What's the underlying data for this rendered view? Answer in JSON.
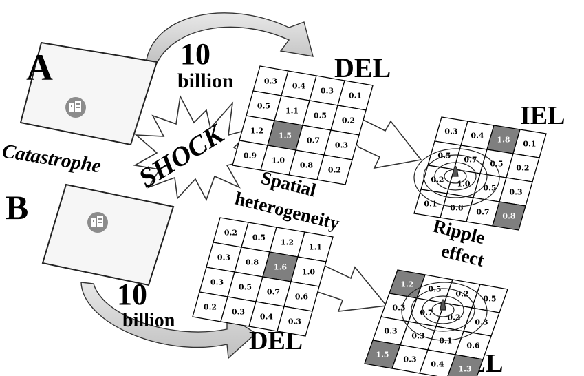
{
  "scenario_a": {
    "letter": "A",
    "amount": "10",
    "unit": "billion"
  },
  "scenario_b": {
    "letter": "B",
    "amount": "10",
    "unit": "billion"
  },
  "labels": {
    "catastrophe": "Catastrophe",
    "shock": "SHOCK",
    "spatial_1": "Spatial",
    "spatial_2": "heterogeneity",
    "ripple_1": "Ripple",
    "ripple_2": "effect",
    "del": "DEL",
    "iel": "IEL"
  },
  "grids": {
    "del_a": {
      "rows": [
        [
          "0.3",
          "0.4",
          "0.3",
          "0.1"
        ],
        [
          "0.5",
          "1.1",
          "0.5",
          "0.2"
        ],
        [
          "1.2",
          "1.5",
          "0.7",
          "0.3"
        ],
        [
          "0.9",
          "1.0",
          "0.8",
          "0.2"
        ]
      ],
      "highlight": [
        [
          2,
          1
        ]
      ]
    },
    "iel_a": {
      "rows": [
        [
          "0.3",
          "0.4",
          "1.8",
          "0.1"
        ],
        [
          "0.5",
          "0.7",
          "0.5",
          "0.2"
        ],
        [
          "0.2",
          "1.0",
          "0.5",
          "0.3"
        ],
        [
          "0.1",
          "0.6",
          "0.7",
          "0.8"
        ]
      ],
      "highlight": [
        [
          0,
          2
        ],
        [
          3,
          3
        ]
      ]
    },
    "del_b": {
      "rows": [
        [
          "0.2",
          "0.5",
          "1.2",
          "1.1"
        ],
        [
          "0.3",
          "0.8",
          "1.6",
          "1.0"
        ],
        [
          "0.3",
          "0.5",
          "0.7",
          "0.6"
        ],
        [
          "0.2",
          "0.3",
          "0.4",
          "0.3"
        ]
      ],
      "highlight": [
        [
          1,
          2
        ]
      ]
    },
    "iel_b": {
      "rows": [
        [
          "1.2",
          "0.5",
          "0.2",
          "0.5"
        ],
        [
          "0.3",
          "0.7",
          "0.2",
          "0.3"
        ],
        [
          "0.3",
          "0.3",
          "0.1",
          "0.6"
        ],
        [
          "1.5",
          "0.3",
          "0.4",
          "1.3"
        ]
      ],
      "highlight": [
        [
          0,
          0
        ],
        [
          3,
          0
        ],
        [
          3,
          3
        ]
      ]
    }
  },
  "colors": {
    "highlight_cell": "#7f7f7f",
    "building_icon": "#8c8c8c",
    "arrow_fill": "#ffffff",
    "curve_arrow": "#d9d9d9"
  },
  "icons": [
    "building-icon",
    "shock-burst-icon",
    "curved-arrow-icon",
    "block-arrow-icon",
    "ripple-rings-icon"
  ]
}
